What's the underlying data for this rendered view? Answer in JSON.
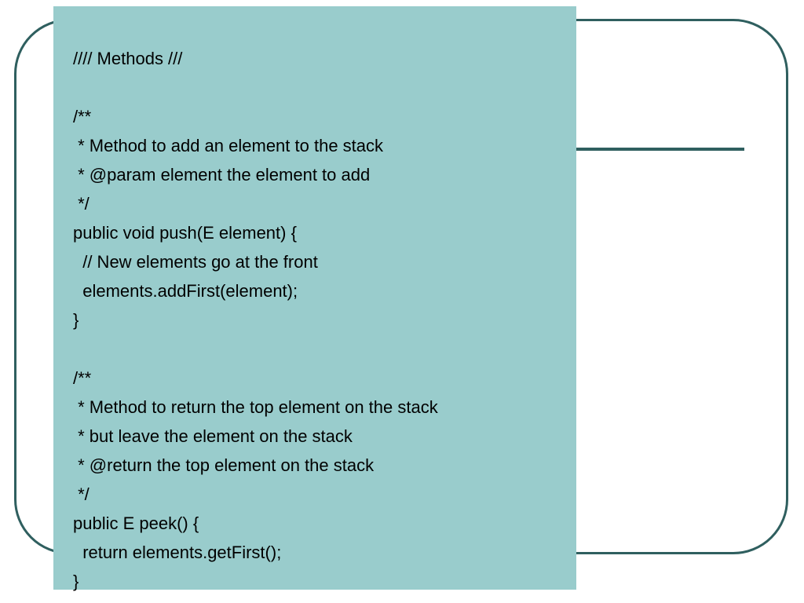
{
  "code": {
    "lines": [
      "//// Methods ///",
      "",
      "/**",
      " * Method to add an element to the stack",
      " * @param element the element to add",
      " */",
      "public void push(E element) {",
      "  // New elements go at the front",
      "  elements.addFirst(element);",
      "}",
      "",
      "/**",
      " * Method to return the top element on the stack",
      " * but leave the element on the stack",
      " * @return the top element on the stack",
      " */",
      "public E peek() {",
      "  return elements.getFirst();",
      "}"
    ]
  },
  "colors": {
    "panel_background": "#99cccc",
    "frame_border": "#2f5f5f",
    "text": "#000000"
  }
}
